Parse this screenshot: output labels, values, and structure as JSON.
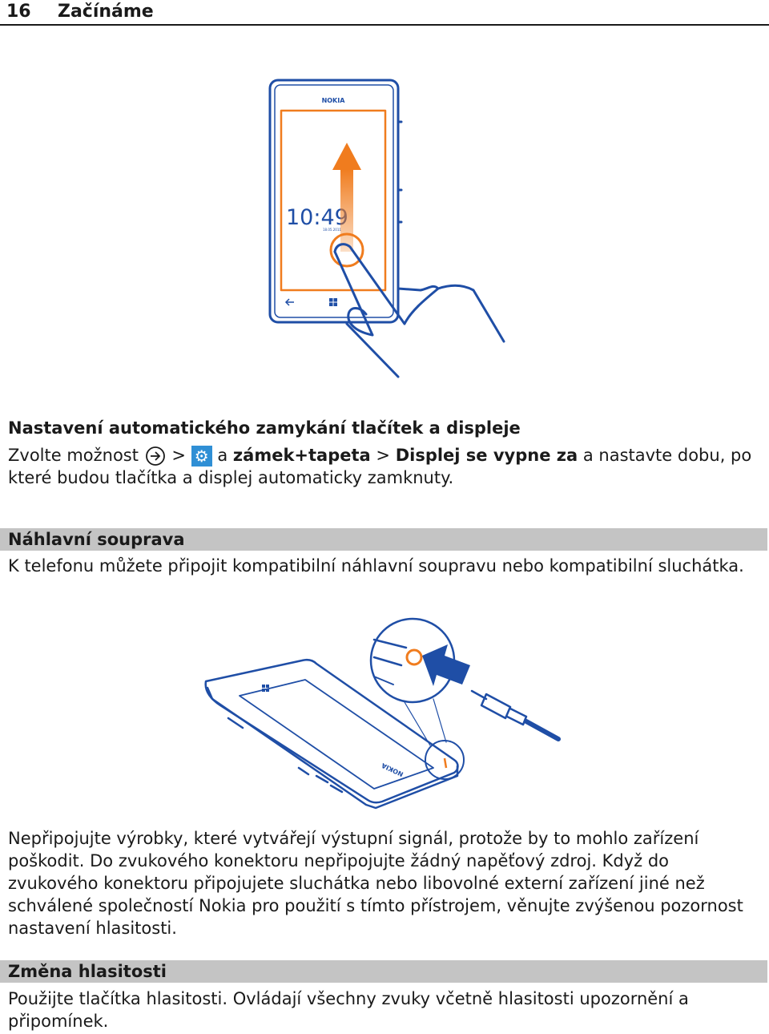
{
  "header": {
    "page_number": "16",
    "title": "Začínáme"
  },
  "figure1": {
    "brand": "NOKIA",
    "clock_time": "10:49",
    "clock_date": "18.05.2011",
    "icons": [
      "back-arrow-icon",
      "windows-logo-icon",
      "up-arrow-icon",
      "touch-circle-icon",
      "hand-icon"
    ],
    "colors": {
      "line": "#1f4ea6",
      "accent": "#f07c1e"
    }
  },
  "section1": {
    "heading": "Nastavení automatického zamykání tlačítek a displeje",
    "text_choose": "Zvolte možnost",
    "separator": ">",
    "text_and": "a",
    "bold_lock": "zámek+tapeta",
    "separator2": ">",
    "bold_display": "Displej se vypne za",
    "text_rest": "a nastavte dobu, po které budou tlačítka a displej automaticky zamknuty.",
    "icons": [
      "arrow-circle-icon",
      "settings-gear-icon"
    ]
  },
  "section2": {
    "heading": "Náhlavní souprava",
    "text": "K telefonu můžete připojit kompatibilní náhlavní soupravu nebo kompatibilní sluchátka."
  },
  "figure2": {
    "brand": "NOKIA",
    "icons": [
      "phone-icon",
      "headset-jack-icon",
      "insert-arrow-icon"
    ],
    "colors": {
      "line": "#1f4ea6",
      "accent": "#f07c1e"
    }
  },
  "warning": {
    "text": "Nepřipojujte výrobky, které vytvářejí výstupní signál, protože by to mohlo zařízení poškodit. Do zvukového konektoru nepřipojujte žádný napěťový zdroj. Když do zvukového konektoru připojujete sluchátka nebo libovolné externí zařízení jiné než schválené společností Nokia pro použití s tímto přístrojem, věnujte zvýšenou pozornost nastavení hlasitosti."
  },
  "section3": {
    "heading": "Změna hlasitosti",
    "text": "Použijte tlačítka hlasitosti. Ovládají všechny zvuky včetně hlasitosti upozornění a připomínek."
  }
}
